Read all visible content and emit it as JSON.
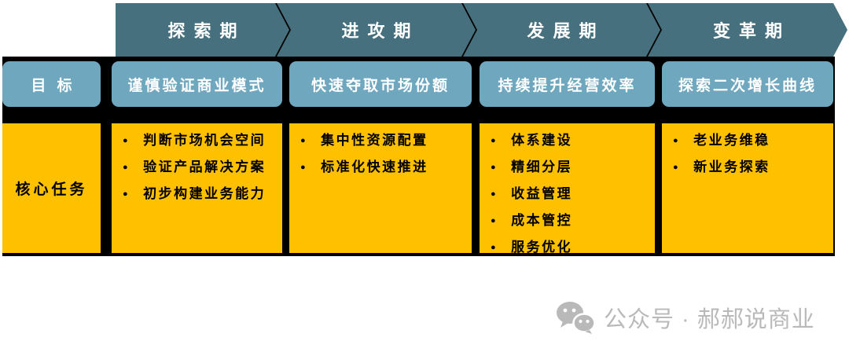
{
  "colors": {
    "arrow_band": "#47707E",
    "goal_box": "#6FA7BF",
    "task_box": "#FFC000",
    "seam_black": "#000000",
    "watermark_gray": "#B9B9B9",
    "text_on_dark": "#FFFFFF",
    "text_on_orange": "#000000"
  },
  "row_labels": {
    "goal": "目标",
    "tasks": "核心任务"
  },
  "phases": [
    {
      "header": "探索期",
      "goal": "谨慎验证商业模式",
      "tasks": [
        "判断市场机会空间",
        "验证产品解决方案",
        "初步构建业务能力"
      ]
    },
    {
      "header": "进攻期",
      "goal": "快速夺取市场份额",
      "tasks": [
        "集中性资源配置",
        "标准化快速推进"
      ]
    },
    {
      "header": "发展期",
      "goal": "持续提升经营效率",
      "tasks": [
        "体系建设",
        "精细分层",
        "收益管理",
        "成本管控",
        "服务优化"
      ]
    },
    {
      "header": "变革期",
      "goal": "探索二次增长曲线",
      "tasks": [
        "老业务维稳",
        "新业务探索"
      ]
    }
  ],
  "watermark": {
    "icon": "wechat-icon",
    "text": "公众号 · 郝郝说商业"
  }
}
